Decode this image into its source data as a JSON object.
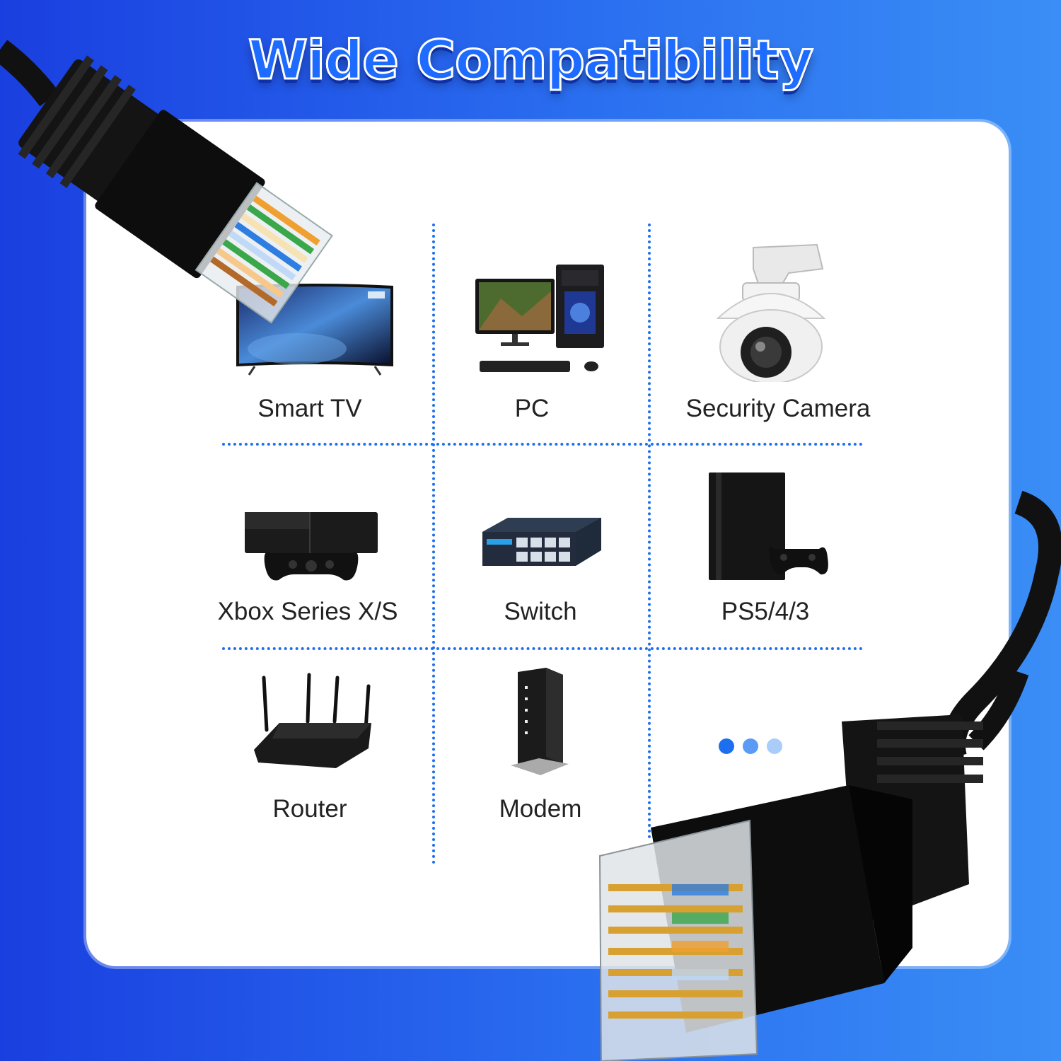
{
  "title": "Wide Compatibility",
  "devices": [
    {
      "label": "Smart TV",
      "icon": "smart-tv-icon"
    },
    {
      "label": "PC",
      "icon": "pc-icon"
    },
    {
      "label": "Security Camera",
      "icon": "security-camera-icon"
    },
    {
      "label": "Xbox Series X/S",
      "icon": "xbox-icon"
    },
    {
      "label": "Switch",
      "icon": "network-switch-icon"
    },
    {
      "label": "PS5/4/3",
      "icon": "playstation-icon"
    },
    {
      "label": "Router",
      "icon": "router-icon"
    },
    {
      "label": "Modem",
      "icon": "modem-icon"
    }
  ],
  "colors": {
    "background_left": "#1a3fe0",
    "background_right": "#3a8ef5",
    "title_fill": "#1e6bff",
    "divider": "#1d6ff0",
    "panel": "#ffffff"
  }
}
